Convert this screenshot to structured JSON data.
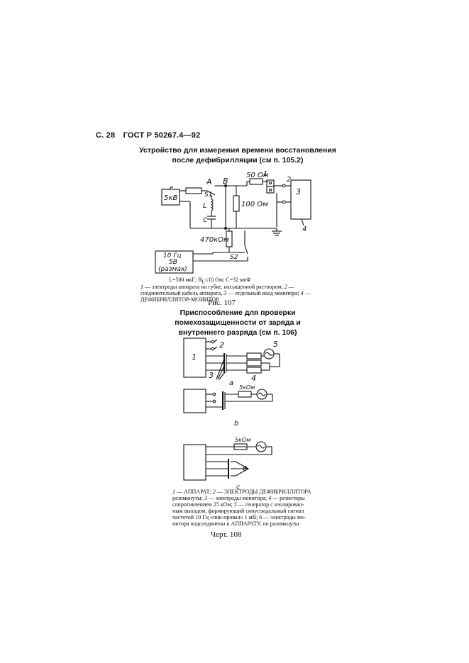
{
  "header": {
    "page": "С. 28",
    "gost": "ГОСТ Р 50267.4—92"
  },
  "fig107": {
    "title_line1": "Устройство для измерения времени восстановления",
    "title_line2": "после дефибрилляции (см п. 105.2)",
    "labels": {
      "source_5kv": "5кВ",
      "node_a": "A",
      "node_b": "B",
      "r_50": "50 Ом",
      "r_100": "100 Ом",
      "r_470k": "470кОм",
      "switch_s1": "S1",
      "switch_s2": "S2",
      "inductor_l": "L",
      "cap_c": "C",
      "gen_line1": "10 Гц",
      "gen_line2": "5В",
      "gen_line3": "(размах)",
      "n1": "1",
      "n2": "2",
      "n3": "3",
      "n4": "4"
    },
    "params": "L=500 мкГ; R",
    "params_sub": "L",
    "params_rest": "≤10 Ом; C=32 мкФ",
    "legend_n1": "1",
    "legend_1": " — электроды аппарата на губке, насыщенной раствором;",
    "legend_n2": "2",
    "legend_2": " — соединительный кабель аппарата, ",
    "legend_n3": "3",
    "legend_3": " — отдельный вход монитора; ",
    "legend_n4": "4",
    "legend_4": " — ДЕФИБРИЛЛЯТОР-МОНИТОР",
    "caption": "Рис. 107"
  },
  "fig108": {
    "title_line1": "Приспособление для проверки",
    "title_line2": "помехозащищенности от заряда и",
    "title_line3": "внутреннего разряда (см п. 106)",
    "labels_a": {
      "n1": "1",
      "n2": "2",
      "n3": "3",
      "n4": "4",
      "n5": "5",
      "sub": "a"
    },
    "labels_b": {
      "r": "5кОм",
      "sub": "b"
    },
    "labels_c": {
      "r": "5кОм",
      "n6": "6",
      "sub": "c"
    },
    "legend_n1": "1",
    "legend_1": " — АППАРАТ; ",
    "legend_n2": "2",
    "legend_2": " — ЭЛЕКТРОДЫ ДЕФИБРИЛЛЯТОРА",
    "legend_2b": "разомкнуты; ",
    "legend_n3": "3",
    "legend_3": " — электроды монитора; ",
    "legend_n4": "4",
    "legend_4": " — резисторы",
    "legend_4b": "сопротивлением 25 кОм; ",
    "legend_n5": "5",
    "legend_5": " — генератор с изолирован-",
    "legend_5b": "ным выходом, формирующий синусоидальный сигнал",
    "legend_5c": "частотой 10 Гц «пик-провал» 1 мВ; ",
    "legend_n6": "6",
    "legend_6": " — электроды мо-",
    "legend_6b": "нитора подсоединены к АППАРАТУ, но разомкнуты",
    "caption": "Черт. 108"
  }
}
